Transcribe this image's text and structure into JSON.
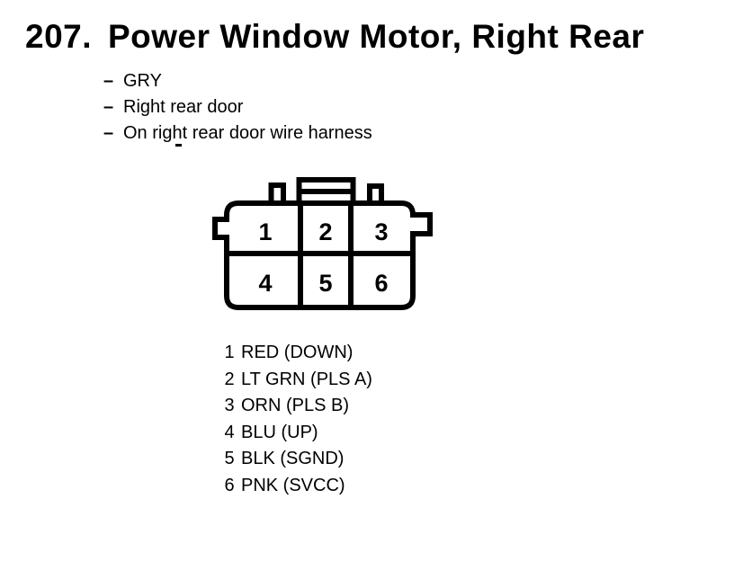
{
  "colors": {
    "ink": "#000000",
    "paper": "#ffffff"
  },
  "header": {
    "index": "207.",
    "title": "Power Window Motor, Right Rear"
  },
  "details": {
    "bullet": "–",
    "items": [
      "GRY",
      "Right rear door",
      "On right rear door wire harness"
    ]
  },
  "connector": {
    "description": "6-cavity connector face, 2 rows x 3 columns, center latch on top",
    "pins": [
      "1",
      "2",
      "3",
      "4",
      "5",
      "6"
    ]
  },
  "legend": {
    "rows": [
      {
        "pin": "1",
        "label": "RED (DOWN)"
      },
      {
        "pin": "2",
        "label": "LT GRN (PLS A)"
      },
      {
        "pin": "3",
        "label": "ORN (PLS B)"
      },
      {
        "pin": "4",
        "label": "BLU (UP)"
      },
      {
        "pin": "5",
        "label": "BLK (SGND)"
      },
      {
        "pin": "6",
        "label": "PNK (SVCC)"
      }
    ]
  }
}
